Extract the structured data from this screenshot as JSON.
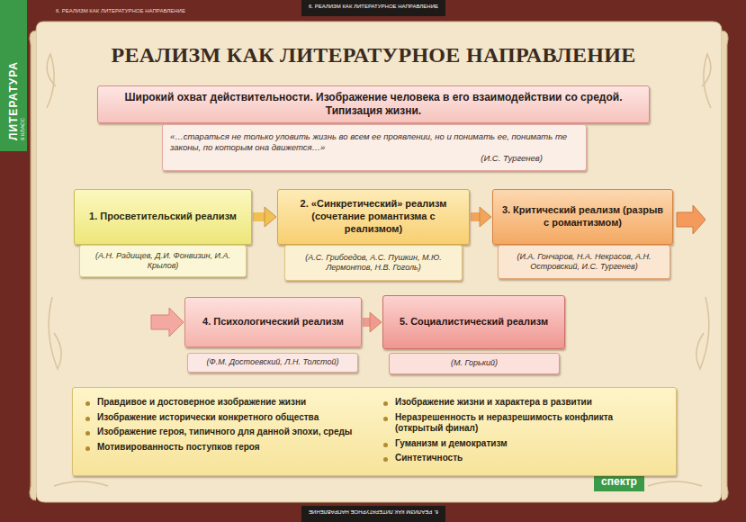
{
  "diagram": {
    "title": "РЕАЛИЗМ КАК ЛИТЕРАТУРНОЕ НАПРАВЛЕНИЕ",
    "nodes": [
      {
        "text": [
          "Широкий охват действительности. Изображение человека в его взаимодействии со средой. Типизация жизни."
        ]
      },
      {
        "text": [
          "«…стараться не только уловить жизнь во всем ее проявлении, но и понимать ее, понимать те законы, по которым она движется…»",
          "(И.С. Тургенев)"
        ]
      },
      {
        "text": [
          "1. Просветительский реализм"
        ]
      },
      {
        "text": [
          "(А.Н. Радищев, Д.И. Фонвизин, И.А. Крылов)"
        ]
      },
      {
        "text": [
          "2. «Синкретический» реализм (сочетание романтизма с реализмом)"
        ]
      },
      {
        "text": [
          "(А.С. Грибоедов, А.С. Пушкин, М.Ю. Лермонтов, Н.В. Гоголь)"
        ]
      },
      {
        "text": [
          "3. Критический реализм (разрыв с романтизмом)"
        ]
      },
      {
        "text": [
          "(И.А. Гончаров, Н.А. Некрасов, А.Н. Островский, И.С. Тургенев)"
        ]
      },
      {
        "text": [
          "4. Психологический реализм"
        ]
      },
      {
        "text": [
          "(Ф.М. Достоевский, Л.Н. Толстой)"
        ]
      },
      {
        "text": [
          "5. Социалистический реализм"
        ]
      },
      {
        "text": [
          "(М. Горький)"
        ]
      },
      {
        "text": [
          "Правдивое и достоверное изображение жизни",
          "Изображение исторически конкретного общества",
          "Изображение героя, типичного для данной эпохи, среды",
          "Мотивированность поступков героя",
          "Изображение жизни и характера в развитии",
          "Неразрешенность и неразрешимость конфликта (открытый финал)",
          "Гуманизм и демократизм",
          "Синтетичность"
        ]
      }
    ],
    "edges": [
      {
        "from": 2,
        "to": 4,
        "arrow": "to"
      },
      {
        "from": 4,
        "to": 6,
        "arrow": "to"
      },
      {
        "from": 8,
        "to": 10,
        "arrow": "to"
      }
    ],
    "labels": [
      "ЛИТЕРАТУРА",
      "9 КЛАСС",
      "6. РЕАЛИЗМ КАК ЛИТЕРАТУРНОЕ НАПРАВЛЕНИЕ",
      "6. РЕАЛИЗМ КАК ЛИТЕРАТУРНОЕ НАПРАВЛЕНИЕ",
      "6. РЕАЛИЗМ КАК ЛИТЕРАТУРНОЕ НАПРАВЛЕНИЕ",
      "спектр"
    ]
  }
}
